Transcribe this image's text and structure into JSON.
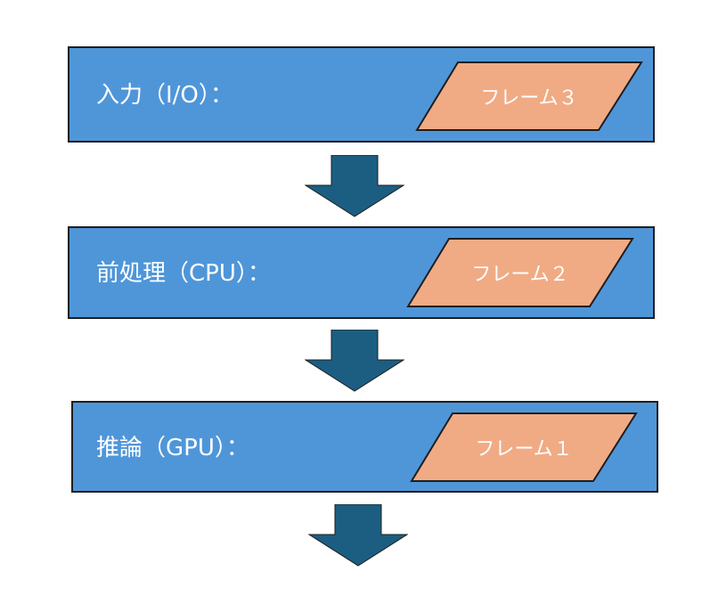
{
  "colors": {
    "stage_fill": "#4f96d9",
    "stage_border": "#1e1e1e",
    "frame_fill": "#f0ab85",
    "frame_stroke": "#1e1e1e",
    "arrow_fill": "#1b5e82",
    "text": "#ffffff"
  },
  "stages": [
    {
      "label": "入力（I/O）：",
      "frame": "フレーム３"
    },
    {
      "label": "前処理（CPU）：",
      "frame": "フレーム２"
    },
    {
      "label": "推論（GPU）：",
      "frame": "フレーム１"
    }
  ],
  "arrow_icon": "down-arrow-icon"
}
